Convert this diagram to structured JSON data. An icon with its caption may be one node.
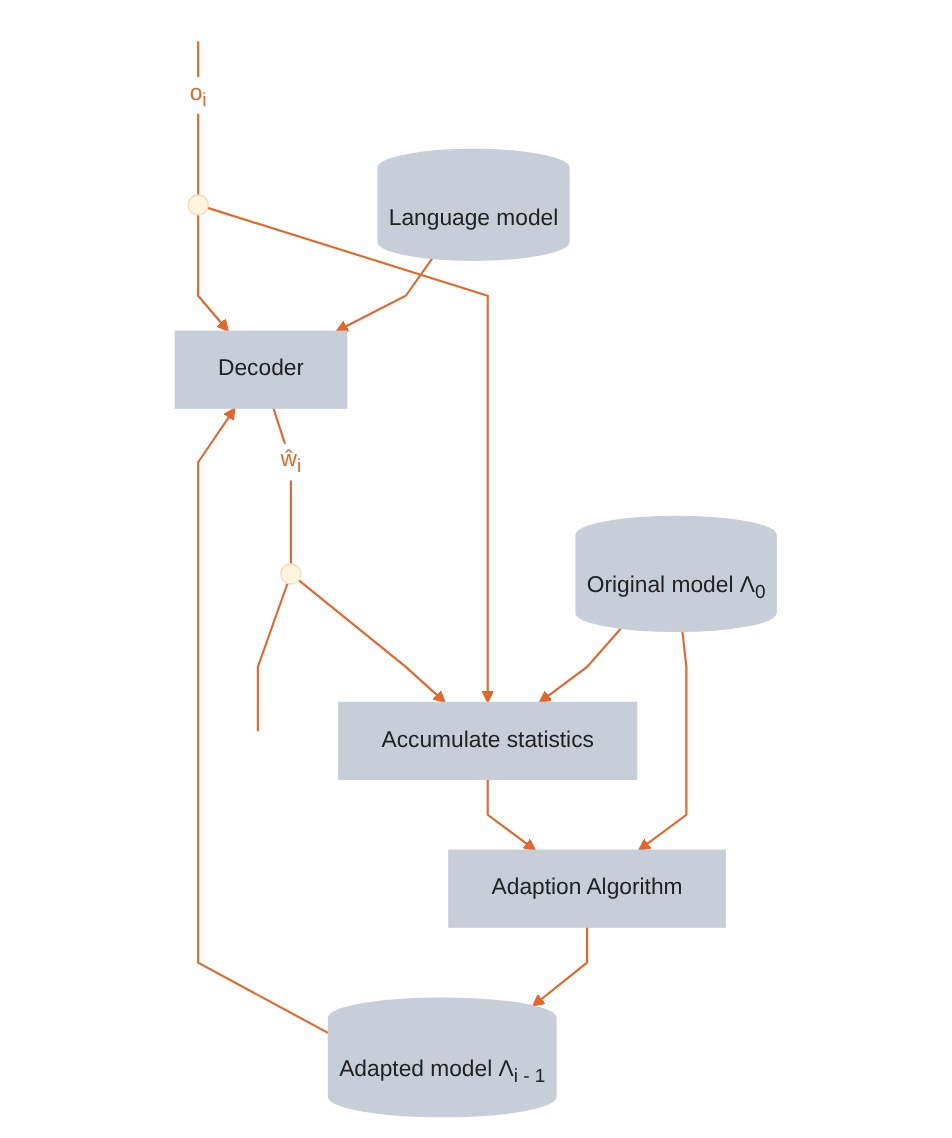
{
  "diagram": {
    "nodes": [
      {
        "text": [
          "Language model"
        ]
      },
      {
        "text": [
          "Decoder"
        ]
      },
      {
        "text": [
          "Adapted model Λ$_{i - 1}$"
        ]
      },
      {
        "text": [
          "Adaption Algorithm"
        ]
      },
      {
        "text": [
          "Original model Λ$_{0}$"
        ]
      },
      {
        "text": [
          "Accumulate statistics"
        ]
      },
      {
        "text": [],
        "shape": "circle"
      },
      {
        "text": [],
        "shape": "circle"
      }
    ],
    "edges": [
      {
        "from": 0,
        "to": 1,
        "arrow": "to"
      },
      {
        "from": null,
        "to": 6,
        "label": "o$_{i}$",
        "arrow": "none"
      },
      {
        "from": 6,
        "to": 1,
        "arrow": "to"
      },
      {
        "from": 1,
        "to": 7,
        "label": "ŵ$_{i}$",
        "arrow": "none"
      },
      {
        "from": 7,
        "to": null,
        "arrow": "none"
      },
      {
        "from": 2,
        "to": 1,
        "arrow": "to"
      },
      {
        "from": 3,
        "to": 2,
        "arrow": "to"
      },
      {
        "from": 4,
        "to": 3,
        "arrow": "to"
      },
      {
        "from": 5,
        "to": 3,
        "arrow": "to"
      },
      {
        "from": 4,
        "to": 5,
        "arrow": "to"
      },
      {
        "from": 6,
        "to": 5,
        "arrow": "to"
      },
      {
        "from": 7,
        "to": 5,
        "arrow": "to"
      }
    ]
  }
}
